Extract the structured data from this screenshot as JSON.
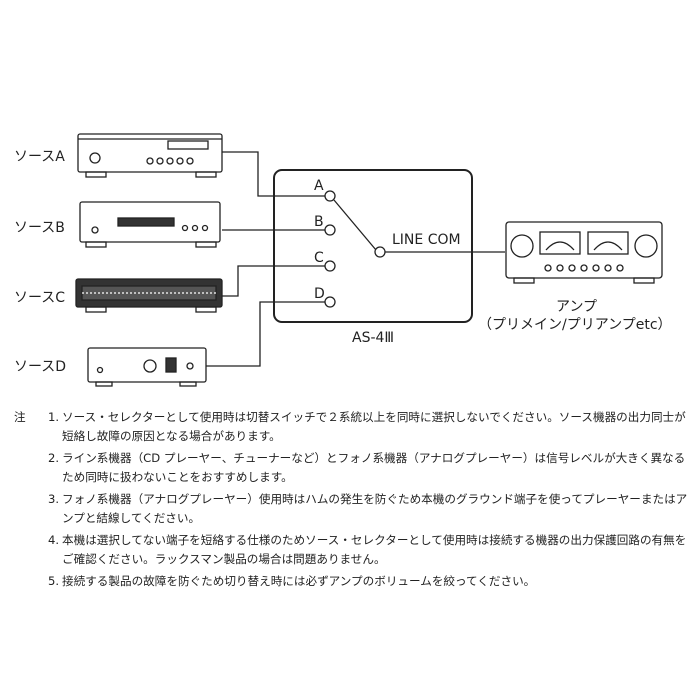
{
  "sources": [
    {
      "label": "ソースA",
      "port": "A"
    },
    {
      "label": "ソースB",
      "port": "B"
    },
    {
      "label": "ソースC",
      "port": "C"
    },
    {
      "label": "ソースD",
      "port": "D"
    }
  ],
  "selector": {
    "name": "AS-4Ⅲ",
    "common": "LINE COM"
  },
  "amp": {
    "label": "アンプ",
    "sublabel": "（プリメイン/プリアンプetc）"
  },
  "notes": {
    "heading": "注",
    "items": [
      {
        "num": "1.",
        "text": "ソース・セレクターとして使用時は切替スイッチで２系統以上を同時に選択しないでください。ソース機器の出力同士が短絡し故障の原因となる場合があります。"
      },
      {
        "num": "2.",
        "text": "ライン系機器（CD プレーヤー、チューナーなど）とフォノ系機器（アナログプレーヤー）は信号レベルが大きく異なるため同時に扱わないことをおすすめします。"
      },
      {
        "num": "3.",
        "text": "フォノ系機器（アナログプレーヤー）使用時はハムの発生を防ぐため本機のグラウンド端子を使ってプレーヤーまたはアンプと結線してください。"
      },
      {
        "num": "4.",
        "text": "本機は選択してない端子を短絡する仕様のためソース・セレクターとして使用時は接続する機器の出力保護回路の有無をご確認ください。ラックスマン製品の場合は問題ありません。"
      },
      {
        "num": "5.",
        "text": "接続する製品の故障を防ぐため切り替え時には必ずアンプのボリュームを絞ってください。"
      }
    ]
  },
  "colors": {
    "line": "#222222",
    "device_body": "#ffffff",
    "panel_dark": "#333333"
  }
}
